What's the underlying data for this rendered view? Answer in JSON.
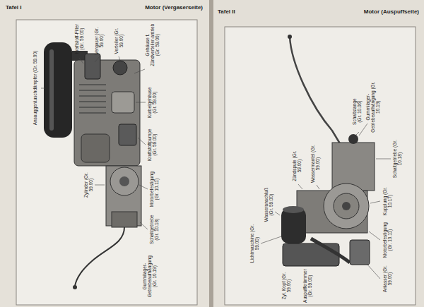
{
  "diagram": {
    "labels": [
      "Tafel I",
      "Motor (Vergaserseite)",
      "Ansauggeräuschdämpfer (Gr. 59.00)",
      "Kraftstoff-Filter (Gr. 59.00)",
      "Vergaser (Gr. 59.00)",
      "Verteiler (Gr. 59.00)",
      "Gehäuse f. Zündverteiler-antrieb (Gr. 59.00)",
      "Kurbelgehäuse (Gr. 59.00)",
      "Kraftstoffpumpe (Gr. 59.00)",
      "Zylinder (Gr. 59.00)",
      "Motorbefestigung (Gr. 10.11)",
      "Schaltgetriebe (Gr. 10.18)",
      "Gummilager-Getriebeaufhängung (Gr. 10.19)",
      "Tafel II",
      "Motor (Auspuffseite)",
      "Gummilager-Getriebeaufhängung (Gr. 10.19)",
      "Schaltstange (Gr. 10.06)",
      "Schaltgetriebe (Gr. 10.18)",
      "Kupplung (Gr. 10.17)",
      "Motorbefestigung (Gr. 10.11)",
      "Anlasser (Gr. 59.00)",
      "Zündspule (Gr. 59.00)",
      "Wassermantel (Gr. 59.00)",
      "Wasseranschluß (Gr. 59.00)",
      "Lichtmaschine (Gr. 59.00)",
      "Zyl. Kopf (Gr. 59.00)",
      "Auspuffkrümmer (Gr. 59.00)"
    ]
  }
}
